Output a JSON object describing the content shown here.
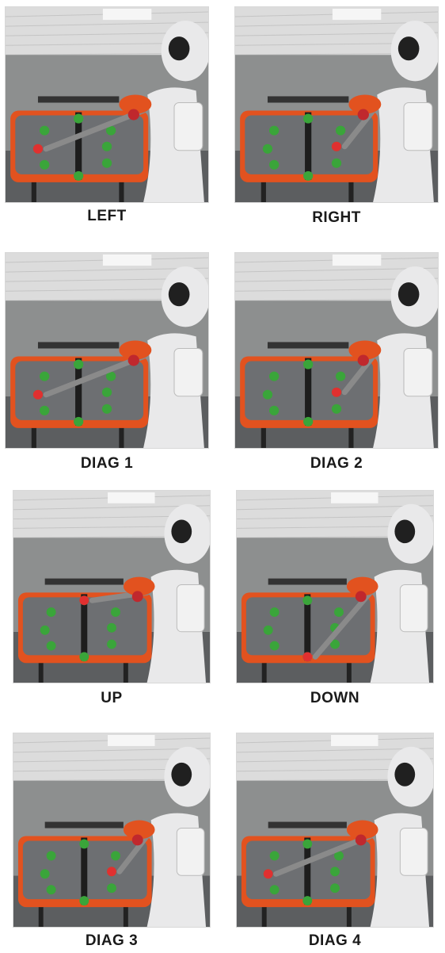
{
  "panels": [
    {
      "label": "LEFT",
      "reach_marker": "left"
    },
    {
      "label": "RIGHT",
      "reach_marker": "right"
    },
    {
      "label": "DIAG 1",
      "reach_marker": "left"
    },
    {
      "label": "DIAG 2",
      "reach_marker": "right"
    },
    {
      "label": "UP",
      "reach_marker": "up"
    },
    {
      "label": "DOWN",
      "reach_marker": "down"
    },
    {
      "label": "DIAG 3",
      "reach_marker": "right"
    },
    {
      "label": "DIAG 4",
      "reach_marker": "left"
    }
  ],
  "colors": {
    "panel_orange": "#e2521f",
    "panel_gray": "#6d6f72",
    "target_green": "#3aa53a",
    "target_red": "#e03030",
    "robot_white": "#e9e9ea",
    "ceiling": "#dcdcdc",
    "wall": "#8d8f8f"
  }
}
